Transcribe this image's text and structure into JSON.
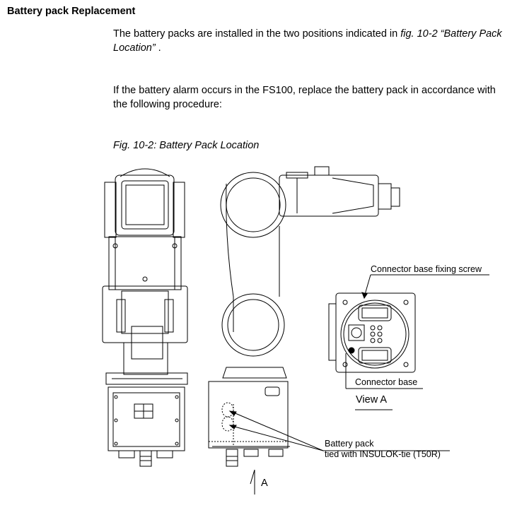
{
  "heading": "Battery pack Replacement",
  "para1": {
    "text": "The battery packs are installed in the two positions indicated in ",
    "ref": "fig. 10-2 “Battery Pack Location”",
    "tail": " ."
  },
  "para2": "If the battery alarm occurs in the FS100, replace the battery pack in accordance with the following procedure:",
  "figure": {
    "caption": "Fig. 10-2: Battery Pack Location",
    "labels": {
      "connector_screw": "Connector base fixing screw",
      "connector_base": "Connector base",
      "view_a": "View A",
      "battery_line1": "Battery pack",
      "battery_line2": "tied with INSULOK-tie (T50R)",
      "arrow_a": "A"
    }
  }
}
